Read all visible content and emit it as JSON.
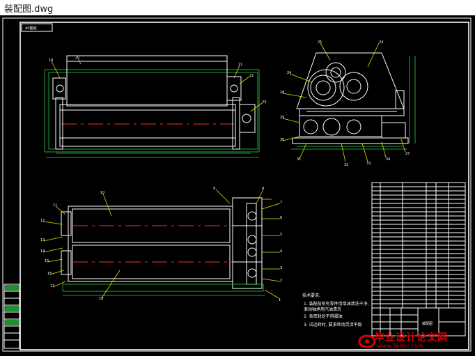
{
  "window": {
    "title": "装配图.dwg"
  },
  "drawing": {
    "stamp": "A0图纸",
    "balloons_top_left": [
      "19",
      "20",
      "21",
      "22",
      "23"
    ],
    "balloons_top_right": [
      "25",
      "24",
      "24",
      "27",
      "28",
      "29",
      "30",
      "31",
      "32",
      "33",
      "34"
    ],
    "balloons_bottom_left": [
      "11",
      "10",
      "12",
      "13",
      "14",
      "15",
      "16",
      "17",
      "18"
    ],
    "balloons_bottom_right": [
      "9",
      "8",
      "7",
      "6",
      "5",
      "4",
      "3",
      "2",
      "1"
    ],
    "tech_requirements": {
      "heading": "技术要求:",
      "items": [
        "1. 装配前所有零件用煤油清洗干净,",
        "  滚动轴承用汽油清洗",
        "2. 各密封处不得漏油",
        "3. 试运转时, 要求转动灵活平稳"
      ]
    },
    "title_block": {
      "name": "装配图"
    }
  },
  "watermark": {
    "text": "毕业设计论文网",
    "url": "www.56doc.com"
  },
  "colors": {
    "background": "#000000",
    "lines": "#ffffff",
    "centerline": "#ff2a2a",
    "dimension": "#2ecc40",
    "watermark": "#dd0000"
  }
}
